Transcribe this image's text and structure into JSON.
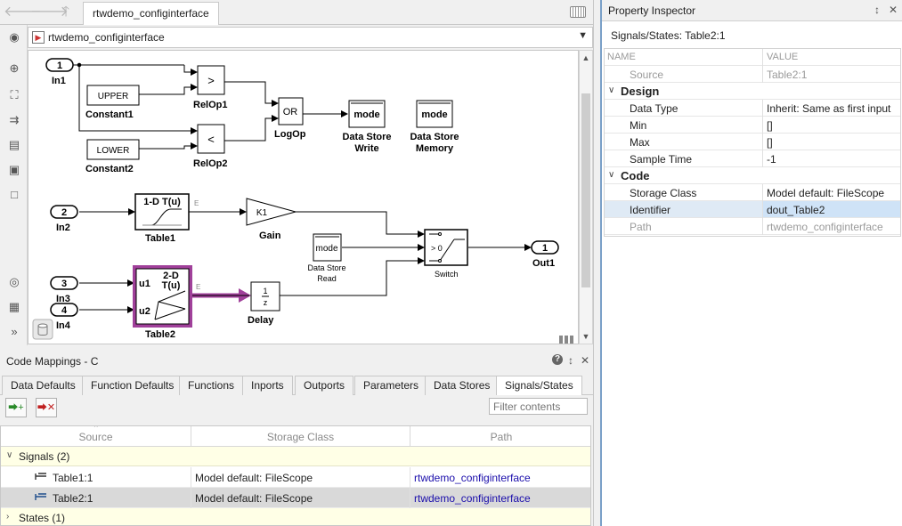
{
  "top_tab": "rtwdemo_configinterface",
  "address": "rtwdemo_configinterface",
  "diagram": {
    "in1_num": "1",
    "in1_name": "In1",
    "in2_num": "2",
    "in2_name": "In2",
    "in3_num": "3",
    "in3_name": "In3",
    "in4_num": "4",
    "in4_name": "In4",
    "out1_num": "1",
    "out1_name": "Out1",
    "const1_value": "UPPER",
    "const1_name": "Constant1",
    "const2_value": "LOWER",
    "const2_name": "Constant2",
    "relop1_symbol": ">",
    "relop1_name": "RelOp1",
    "relop2_symbol": "<",
    "relop2_name": "RelOp2",
    "logop_symbol": "OR",
    "logop_name": "LogOp",
    "dsw_label": "mode",
    "dsw_name1": "Data Store",
    "dsw_name2": "Write",
    "dsm_label": "mode",
    "dsm_name1": "Data Store",
    "dsm_name2": "Memory",
    "dsr_label": "mode",
    "dsr_name1": "Data Store",
    "dsr_name2": "Read",
    "table1_title": "1-D T(u)",
    "table1_name": "Table1",
    "gain_value": "K1",
    "gain_name": "Gain",
    "switch_label": "> 0",
    "switch_name": "Switch",
    "table2_title1": "2-D",
    "table2_title2": "T(u)",
    "table2_in1": "u1",
    "table2_in2": "u2",
    "table2_name": "Table2",
    "delay_num": "1",
    "delay_den": "z",
    "delay_name": "Delay",
    "sig_marker": "E"
  },
  "code_mappings": {
    "title": "Code Mappings - C",
    "tabs": [
      "Data Defaults",
      "Function Defaults",
      "Functions",
      "Inports",
      "Outports",
      "Parameters",
      "Data Stores",
      "Signals/States"
    ],
    "filter_placeholder": "Filter contents",
    "columns": [
      "Source",
      "Storage Class",
      "Path"
    ],
    "groups": [
      {
        "label": "Signals (2)",
        "rows": [
          {
            "source": "Table1:1",
            "storage": "Model default: FileScope",
            "path": "rtwdemo_configinterface"
          },
          {
            "source": "Table2:1",
            "storage": "Model default: FileScope",
            "path": "rtwdemo_configinterface"
          }
        ]
      },
      {
        "label": "States (1)",
        "rows": []
      }
    ]
  },
  "property_inspector": {
    "title": "Property Inspector",
    "subtitle": "Signals/States: Table2:1",
    "header_name": "NAME",
    "header_value": "VALUE",
    "source_name": "Source",
    "source_value": "Table2:1",
    "design_label": "Design",
    "design": [
      {
        "name": "Data Type",
        "value": "Inherit: Same as first input"
      },
      {
        "name": "Min",
        "value": "[]"
      },
      {
        "name": "Max",
        "value": "[]"
      },
      {
        "name": "Sample Time",
        "value": "-1"
      }
    ],
    "code_label": "Code",
    "code": [
      {
        "name": "Storage Class",
        "value": "Model default: FileScope"
      },
      {
        "name": "Identifier",
        "value": "dout_Table2"
      },
      {
        "name": "Path",
        "value": "rtwdemo_configinterface"
      }
    ]
  },
  "colors": {
    "accent": "#a0409a",
    "link": "#1a0dab",
    "group_bg": "#ffffe6",
    "selection": "#cfe3f7"
  }
}
